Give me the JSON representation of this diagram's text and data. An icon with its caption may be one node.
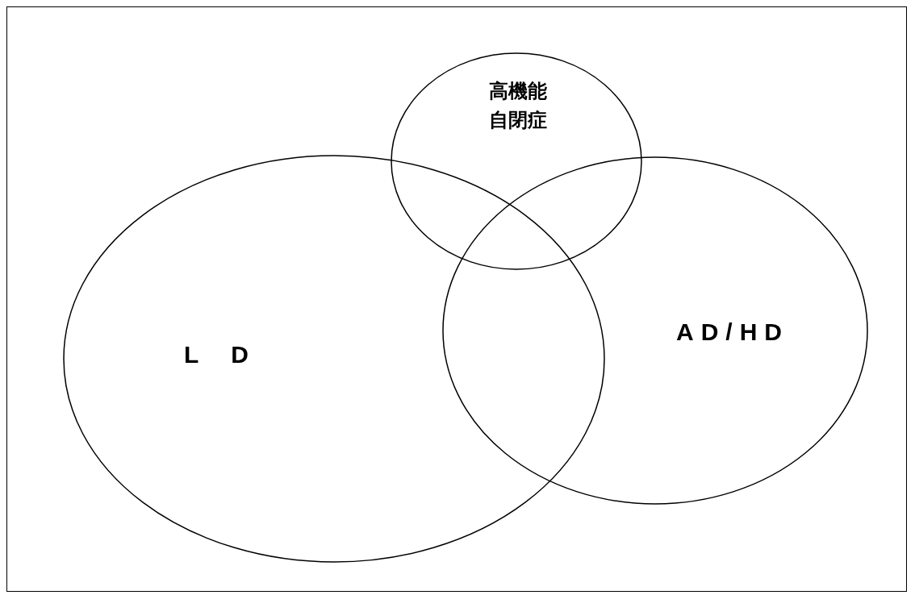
{
  "diagram": {
    "nodes": [
      {
        "text": [
          "高機能自閉症"
        ]
      },
      {
        "text": [
          "LD"
        ]
      },
      {
        "text": [
          "AD/HD"
        ]
      }
    ]
  }
}
